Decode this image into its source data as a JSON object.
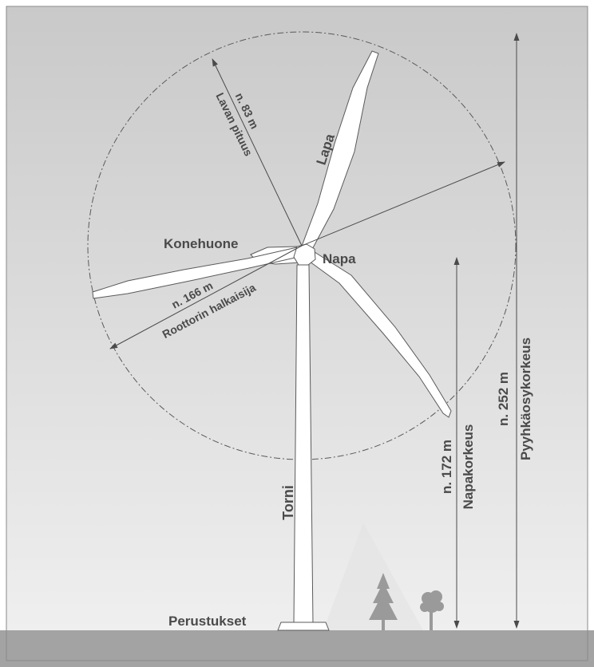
{
  "labels": {
    "blade": "Lapa",
    "nacelle": "Konehuone",
    "hub": "Napa",
    "tower": "Torni",
    "foundation": "Perustukset",
    "blade_length_value": "n. 83 m",
    "blade_length_label": "Lavan pituus",
    "rotor_diameter_value": "n. 166 m",
    "rotor_diameter_label": "Roottorin halkaisija",
    "hub_height_value": "n. 172 m",
    "hub_height_label": "Napakorkeus",
    "tip_height_value": "n. 252 m",
    "tip_height_label": "Pyyhkäosykorkeus"
  },
  "colors": {
    "sky_top": "#c9c9c9",
    "sky_bottom": "#efefef",
    "ground": "#a3a3a3",
    "turbine": "#ffffff",
    "outline": "#5a5a5a",
    "text": "#4a4a4a",
    "tree": "#9a9a9a"
  }
}
